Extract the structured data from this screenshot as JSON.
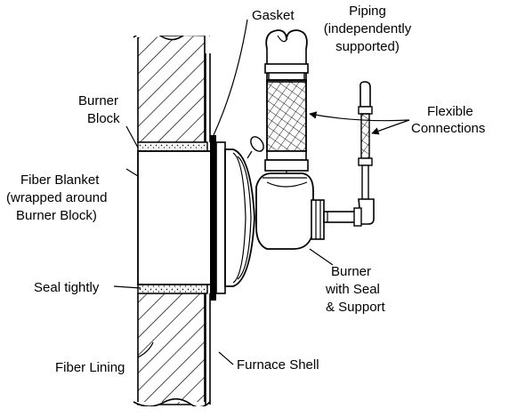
{
  "labels": {
    "gasket": "Gasket",
    "piping_1": "Piping",
    "piping_2": "(independently",
    "piping_3": "supported)",
    "burner_block_1": "Burner",
    "burner_block_2": "Block",
    "flexible_1": "Flexible",
    "flexible_2": "Connections",
    "fiber_blanket_1": "Fiber Blanket",
    "fiber_blanket_2": "(wrapped around",
    "fiber_blanket_3": "Burner Block)",
    "seal_tightly": "Seal tightly",
    "burner_1": "Burner",
    "burner_2": "with Seal",
    "burner_3": "& Support",
    "fiber_lining": "Fiber Lining",
    "furnace_shell": "Furnace Shell"
  }
}
